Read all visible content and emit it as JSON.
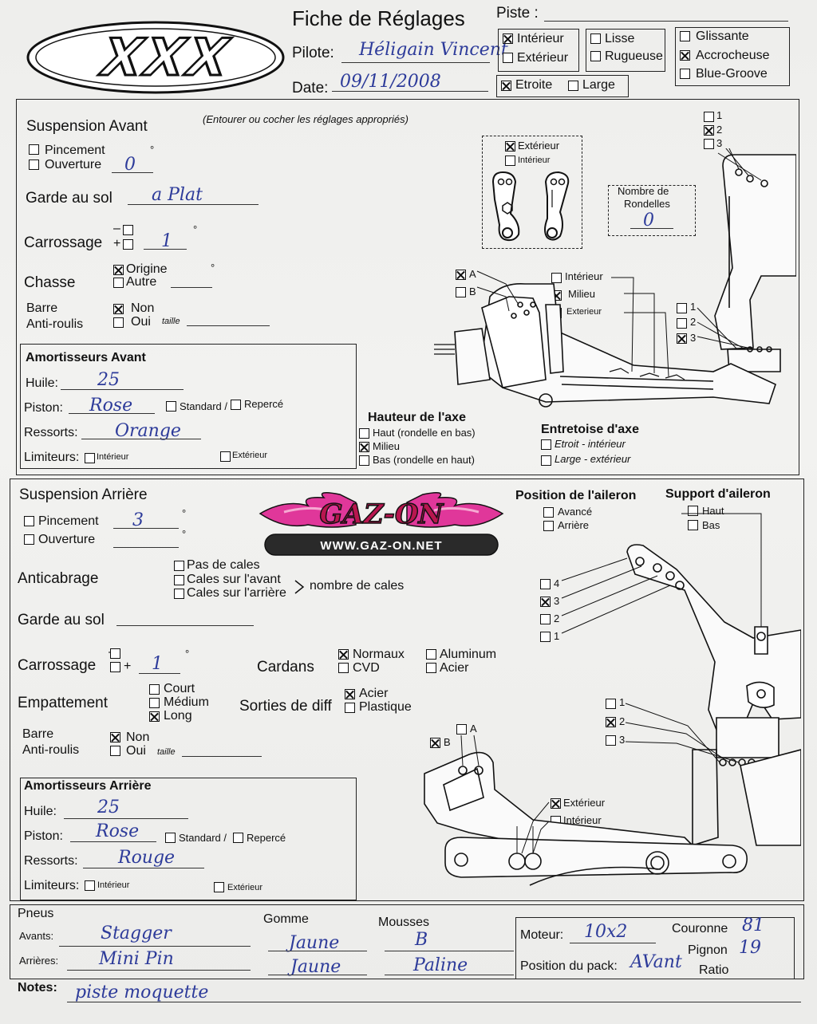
{
  "header": {
    "form_title": "Fiche de Réglages",
    "piste_label": "Piste :",
    "pilote_label": "Pilote:",
    "pilote_value": "Héligain Vincent",
    "date_label": "Date:",
    "date_value": "09/11/2008",
    "logo_text": "XXX",
    "track_options": [
      {
        "label": "Intérieur",
        "checked": true
      },
      {
        "label": "Extérieur",
        "checked": false
      },
      {
        "label": "Lisse",
        "checked": false
      },
      {
        "label": "Rugueuse",
        "checked": false
      },
      {
        "label": "Glissante",
        "checked": false
      },
      {
        "label": "Accrocheuse",
        "checked": true
      },
      {
        "label": "Blue-Groove",
        "checked": false
      },
      {
        "label": "Etroite",
        "checked": true
      },
      {
        "label": "Large",
        "checked": false
      }
    ]
  },
  "front": {
    "title": "Suspension Avant",
    "hint": "(Entourer ou cocher les réglages appropriés)",
    "pincement": "Pincement",
    "ouverture": "Ouverture",
    "ouverture_value": "0",
    "degree": "°",
    "garde_label": "Garde au sol",
    "garde_value": "a Plat",
    "carrossage_label": "Carrossage",
    "carrossage_minus": "–",
    "carrossage_plus": "+",
    "carrossage_value": "1",
    "chasse_label": "Chasse",
    "chasse_origine": "Origine",
    "chasse_autre": "Autre",
    "barre_label": "Barre",
    "antiroulis_label": "Anti-roulis",
    "non": "Non",
    "oui": "Oui",
    "taille": "taille",
    "shocks_title": "Amortisseurs Avant",
    "huile_label": "Huile:",
    "huile_value": "25",
    "piston_label": "Piston:",
    "piston_value": "Rose",
    "standard": "Standard /",
    "repercé": "Repercé",
    "ressorts_label": "Ressorts:",
    "ressorts_value": "Orange",
    "limiteurs_label": "Limiteurs:",
    "limiteurs_int": "Intérieur",
    "limiteurs_ext": "Extérieur",
    "arm_ext": "Extérieur",
    "arm_int": "Intérieur",
    "rondelles_label_1": "Nombre de",
    "rondelles_label_2": "Rondelles",
    "rondelles_value": "0",
    "pos_a": "A",
    "pos_b": "B",
    "link_int": "Intérieur",
    "link_mil": "Milieu",
    "link_ext": "Exterieur",
    "n1": "1",
    "n2": "2",
    "n3": "3",
    "hauteur_title": "Hauteur de l'axe",
    "hauteur_haut": "Haut (rondelle en bas)",
    "hauteur_milieu": "Milieu",
    "hauteur_bas": "Bas (rondelle en haut)",
    "entretoise_title": "Entretoise d'axe",
    "entretoise_etroit": "Etroit - intérieur",
    "entretoise_large": "Large - extérieur"
  },
  "rear": {
    "title": "Suspension Arrière",
    "pincement": "Pincement",
    "pincement_value": "3",
    "ouverture": "Ouverture",
    "degree": "°",
    "anticabrage_label": "Anticabrage",
    "pas_de_cales": "Pas de cales",
    "cales_avant": "Cales sur l'avant",
    "cales_arriere": "Cales sur l'arrière",
    "nombre_cales": "nombre de cales",
    "garde_label": "Garde au sol",
    "carrossage_label": "Carrossage",
    "carrossage_minus": "–",
    "carrossage_plus": "+",
    "carrossage_value": "1",
    "cardans_label": "Cardans",
    "normaux": "Normaux",
    "cvd": "CVD",
    "aluminum": "Aluminum",
    "acier": "Acier",
    "empattement_label": "Empattement",
    "court": "Court",
    "medium": "Médium",
    "long": "Long",
    "sorties_label": "Sorties de diff",
    "sorties_acier": "Acier",
    "sorties_plastique": "Plastique",
    "barre_label": "Barre",
    "antiroulis_label": "Anti-roulis",
    "non": "Non",
    "oui": "Oui",
    "taille": "taille",
    "shocks_title": "Amortisseurs Arrière",
    "huile_label": "Huile:",
    "huile_value": "25",
    "piston_label": "Piston:",
    "piston_value": "Rose",
    "standard": "Standard /",
    "repercé": "Repercé",
    "ressorts_label": "Ressorts:",
    "ressorts_value": "Rouge",
    "limiteurs_label": "Limiteurs:",
    "limiteurs_int": "Intérieur",
    "limiteurs_ext": "Extérieur",
    "aileron_pos_title": "Position de l'aileron",
    "aileron_avance": "Avancé",
    "aileron_arriere": "Arrière",
    "support_title": "Support d'aileron",
    "support_haut": "Haut",
    "support_bas": "Bas",
    "n1": "1",
    "n2": "2",
    "n3": "3",
    "n4": "4",
    "pos_a": "A",
    "pos_b": "B",
    "arm_ext": "Extérieur",
    "arm_int": "Intérieur"
  },
  "watermark": {
    "brand": "GAZ-ON",
    "url": "WWW.GAZ-ON.NET"
  },
  "tires": {
    "pneus_label": "Pneus",
    "gomme_label": "Gomme",
    "mousses_label": "Mousses",
    "avants_label": "Avants:",
    "arrieres_label": "Arrières:",
    "avants_pneu": "Stagger",
    "avants_gomme": "Jaune",
    "avants_mousse": "B",
    "arrieres_pneu": "Mini Pin",
    "arrieres_gomme": "Jaune",
    "arrieres_mousse": "Paline",
    "moteur_label": "Moteur:",
    "moteur_value": "10x2",
    "pack_label": "Position du pack:",
    "pack_value": "AVant",
    "couronne_label": "Couronne",
    "couronne_value": "81",
    "pignon_label": "Pignon",
    "pignon_value": "19",
    "ratio_label": "Ratio"
  },
  "notes": {
    "label": "Notes:",
    "value": "piste moquette"
  }
}
